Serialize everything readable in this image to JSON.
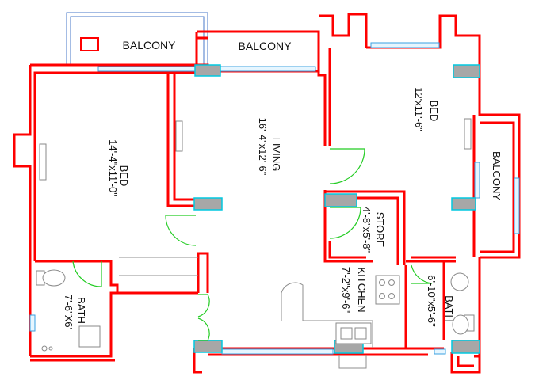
{
  "labels": {
    "balcony_top_left": "BALCONY",
    "balcony_top_center": "BALCONY",
    "balcony_right": "BALCONY",
    "bed_left_name": "BED",
    "bed_left_size": "14'-4\"x11'-0\"",
    "living_name": "LIVING",
    "living_size": "16'-4\"x12'-6\"",
    "bed_right_name": "BED",
    "bed_right_size": "12'x11'-6\"",
    "store_name": "STORE",
    "store_size": "4'-8\"x5'-8\"",
    "kitchen_name": "KITCHEN",
    "kitchen_size": "7'-2\"x9'-6\"",
    "bath_left_name": "BATH",
    "bath_left_size": "7'-6\"X6'",
    "bath_right_name": "BATH",
    "bath_right_size": "6'-10\"x5'-6\""
  },
  "colors": {
    "wall": "#ff0000",
    "window": "#3aa0e0",
    "door": "#22cc22",
    "column": "#a7a7a7",
    "fixture": "#8a8a8a",
    "balcony_outline": "#4a78c8"
  }
}
